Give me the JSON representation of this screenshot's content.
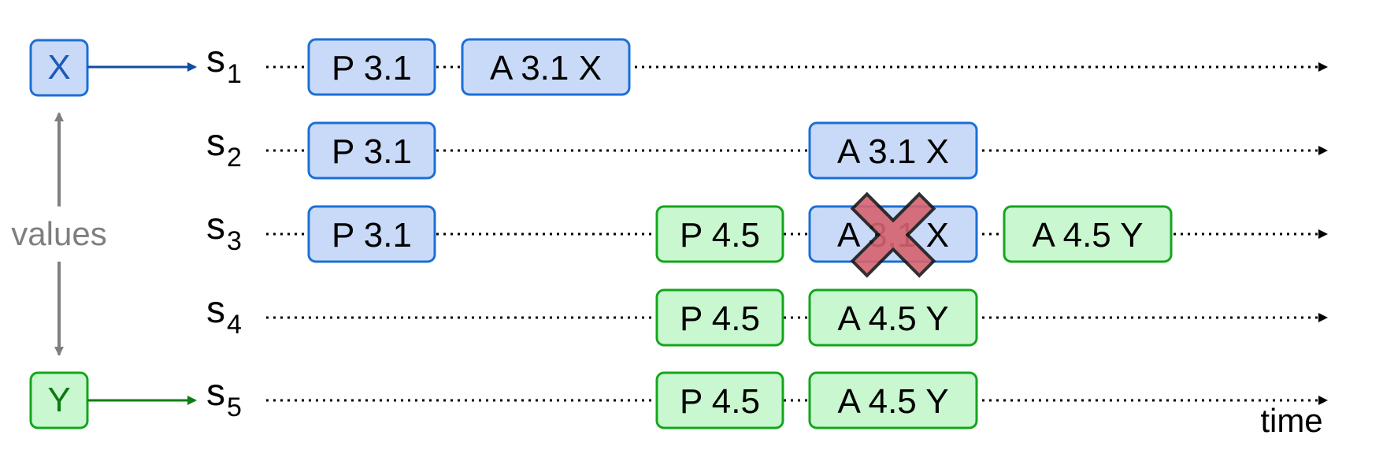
{
  "value_boxes": [
    {
      "label": "X",
      "kind": "blue"
    },
    {
      "label": "Y",
      "kind": "green"
    }
  ],
  "values_label": "values",
  "time_label": "time",
  "servers": [
    {
      "name": "s",
      "index": "1"
    },
    {
      "name": "s",
      "index": "2"
    },
    {
      "name": "s",
      "index": "3"
    },
    {
      "name": "s",
      "index": "4"
    },
    {
      "name": "s",
      "index": "5"
    }
  ],
  "messages": [
    {
      "server": 1,
      "slot": "p1",
      "text": "P 3.1",
      "kind": "blue"
    },
    {
      "server": 1,
      "slot": "a1",
      "text": "A 3.1 X",
      "kind": "blue"
    },
    {
      "server": 2,
      "slot": "p1",
      "text": "P 3.1",
      "kind": "blue"
    },
    {
      "server": 2,
      "slot": "a2",
      "text": "A 3.1 X",
      "kind": "blue"
    },
    {
      "server": 3,
      "slot": "p1",
      "text": "P 3.1",
      "kind": "blue"
    },
    {
      "server": 3,
      "slot": "p2",
      "text": "P 4.5",
      "kind": "green"
    },
    {
      "server": 3,
      "slot": "a2",
      "text": "A 3.1 X",
      "kind": "blue",
      "rejected": true
    },
    {
      "server": 3,
      "slot": "a3",
      "text": "A 4.5 Y",
      "kind": "green"
    },
    {
      "server": 4,
      "slot": "p2",
      "text": "P 4.5",
      "kind": "green"
    },
    {
      "server": 4,
      "slot": "a2",
      "text": "A 4.5 Y",
      "kind": "green"
    },
    {
      "server": 5,
      "slot": "p2",
      "text": "P 4.5",
      "kind": "green"
    },
    {
      "server": 5,
      "slot": "a2",
      "text": "A 4.5 Y",
      "kind": "green"
    }
  ],
  "colors": {
    "blue_fill": "#c9daf8",
    "blue_stroke": "#1c6fd6",
    "blue_text": "#1c5ab8",
    "blue_arrow": "#0b4ea2",
    "green_fill": "#c9f7d0",
    "green_stroke": "#14a61c",
    "green_text": "#0d7a12",
    "green_arrow": "#0f7d12",
    "gray": "#7f7f7f",
    "cross_fill": "#d6636f",
    "cross_stroke": "#1a1a1a",
    "text": "#000000"
  }
}
